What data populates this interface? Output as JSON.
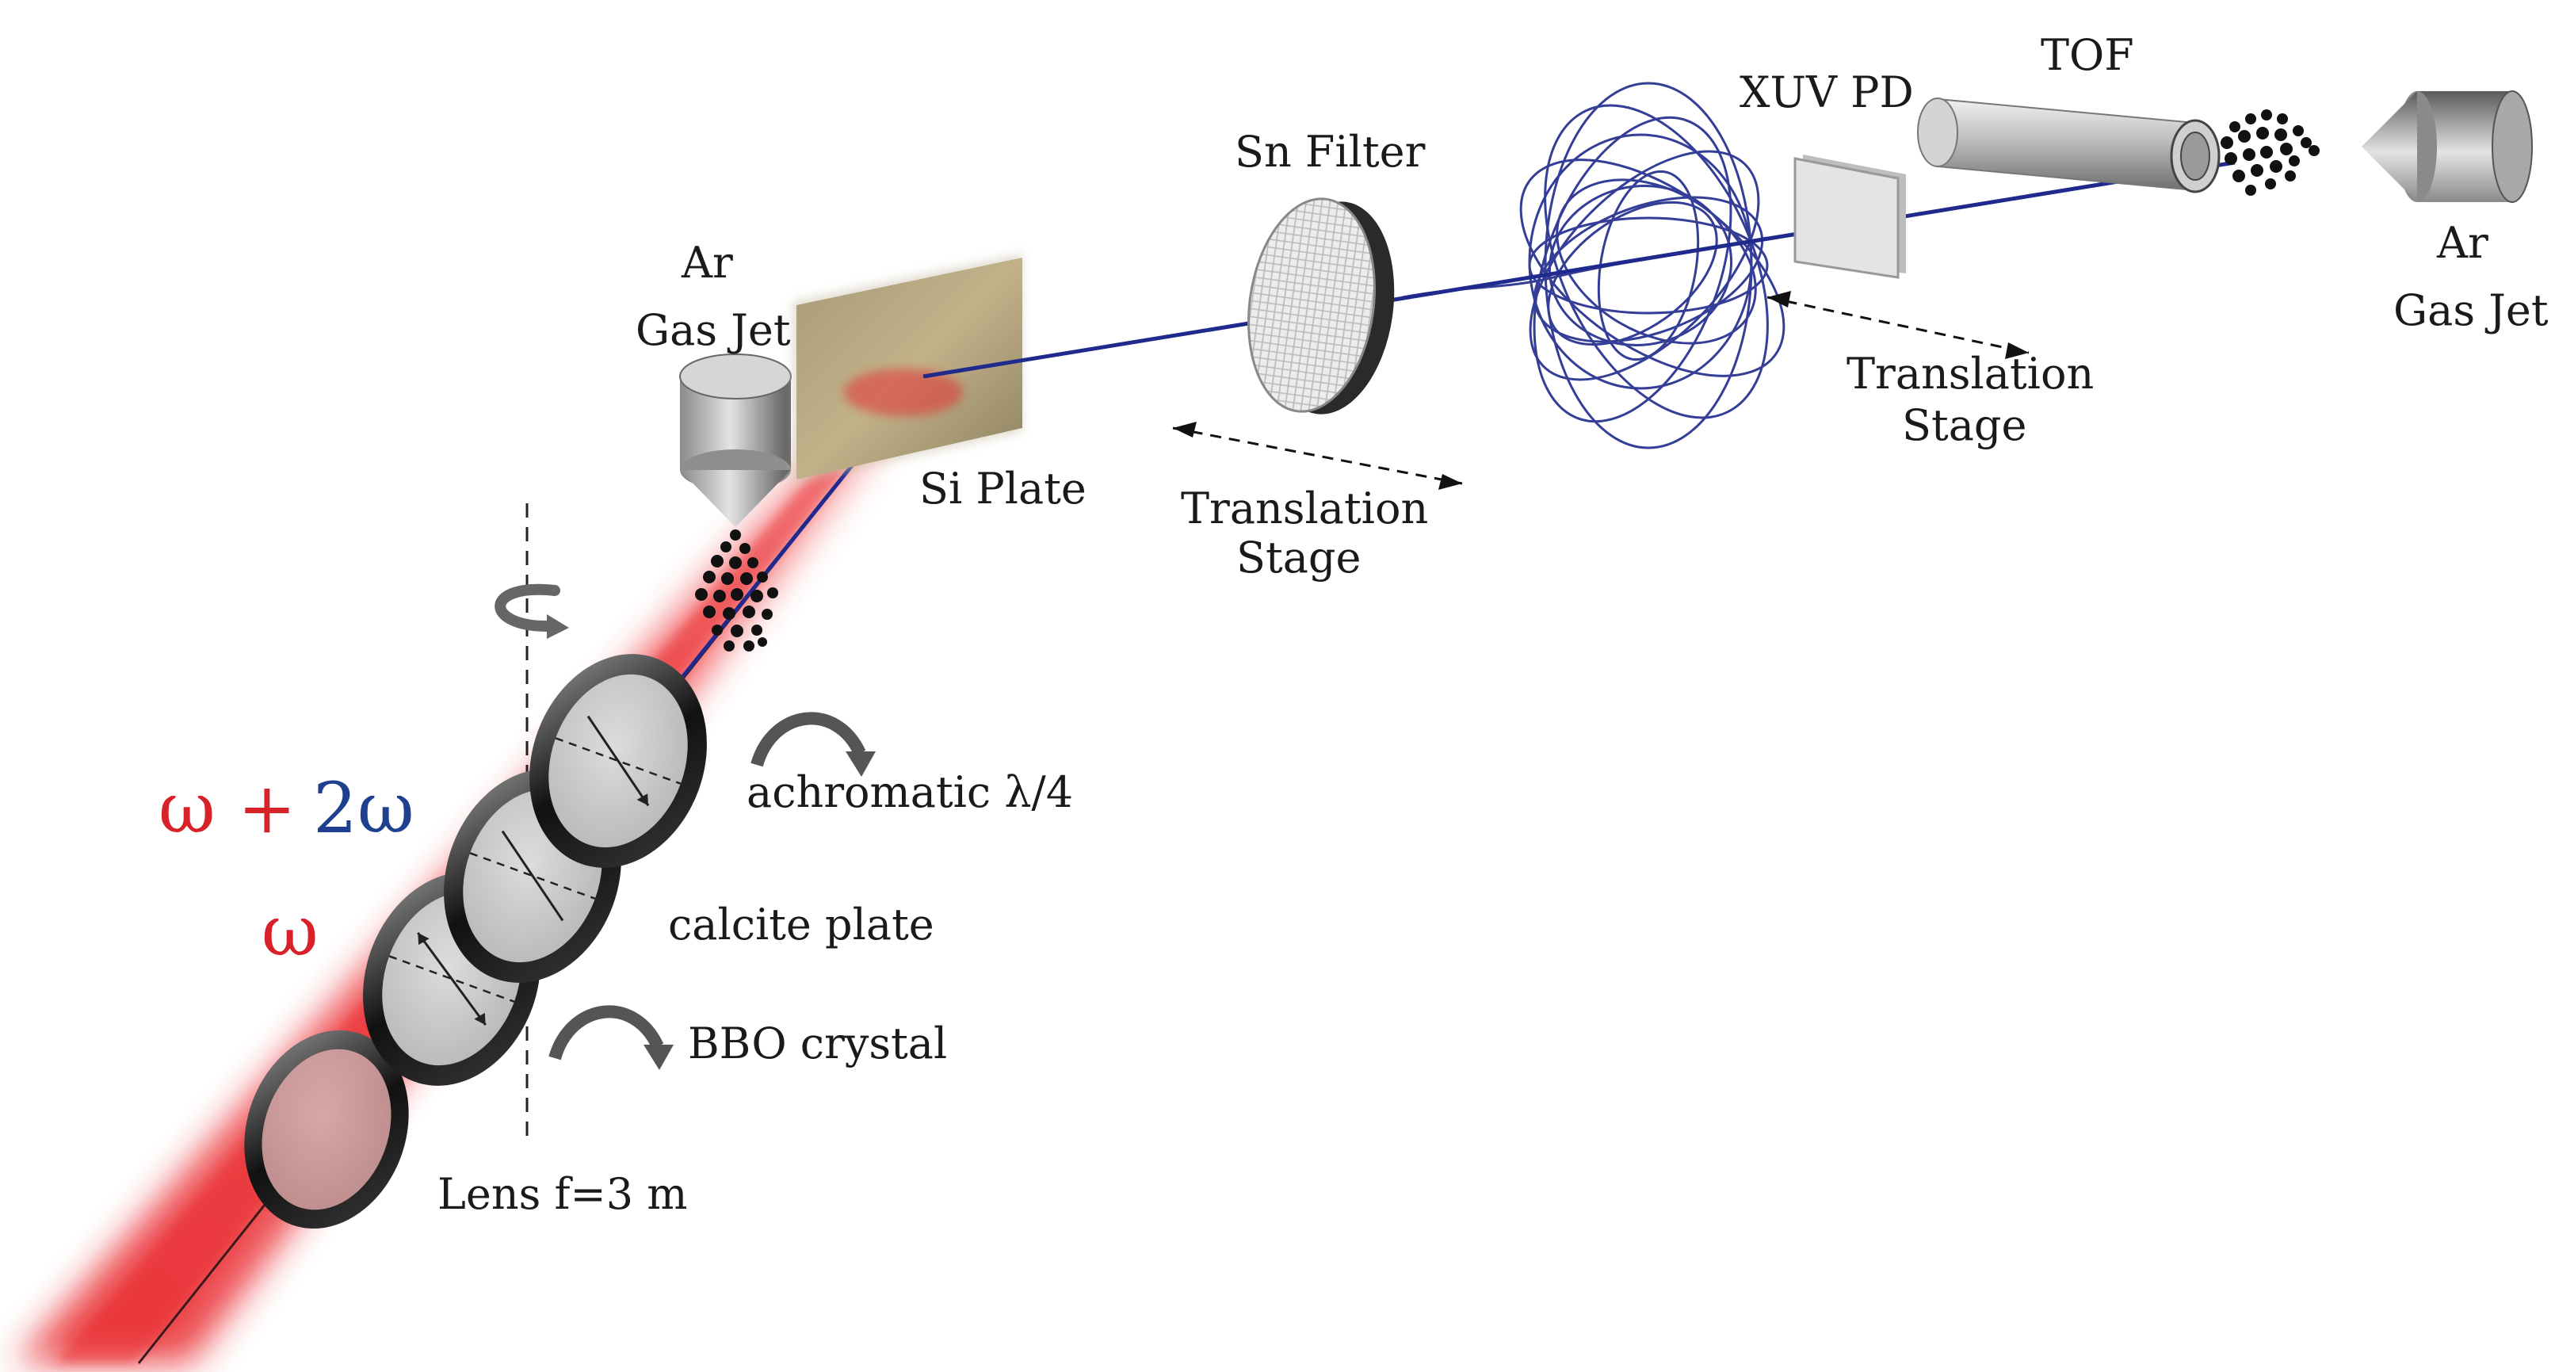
{
  "labels": {
    "lens": "Lens f=3 m",
    "bbo": "BBO crystal",
    "calcite": "calcite plate",
    "quarter_wave": "achromatic λ/4",
    "omega": "ω",
    "omega_two": "ω + 2ω",
    "ar_left_1": "Ar",
    "ar_left_2": "Gas Jet",
    "si_plate": "Si Plate",
    "sn_filter": "Sn Filter",
    "trans1_line1": "Translation",
    "trans1_line2": "Stage",
    "xuv_pd": "XUV PD",
    "trans2_line1": "Translation",
    "trans2_line2": "Stage",
    "tof": "TOF",
    "ar_right_1": "Ar",
    "ar_right_2": "Gas Jet"
  },
  "colors": {
    "laser_red": "#e8262b",
    "xuv_blue": "#1f2a8c",
    "omega_red": "#d8222a",
    "omega2_blue": "#1f3f8f"
  }
}
